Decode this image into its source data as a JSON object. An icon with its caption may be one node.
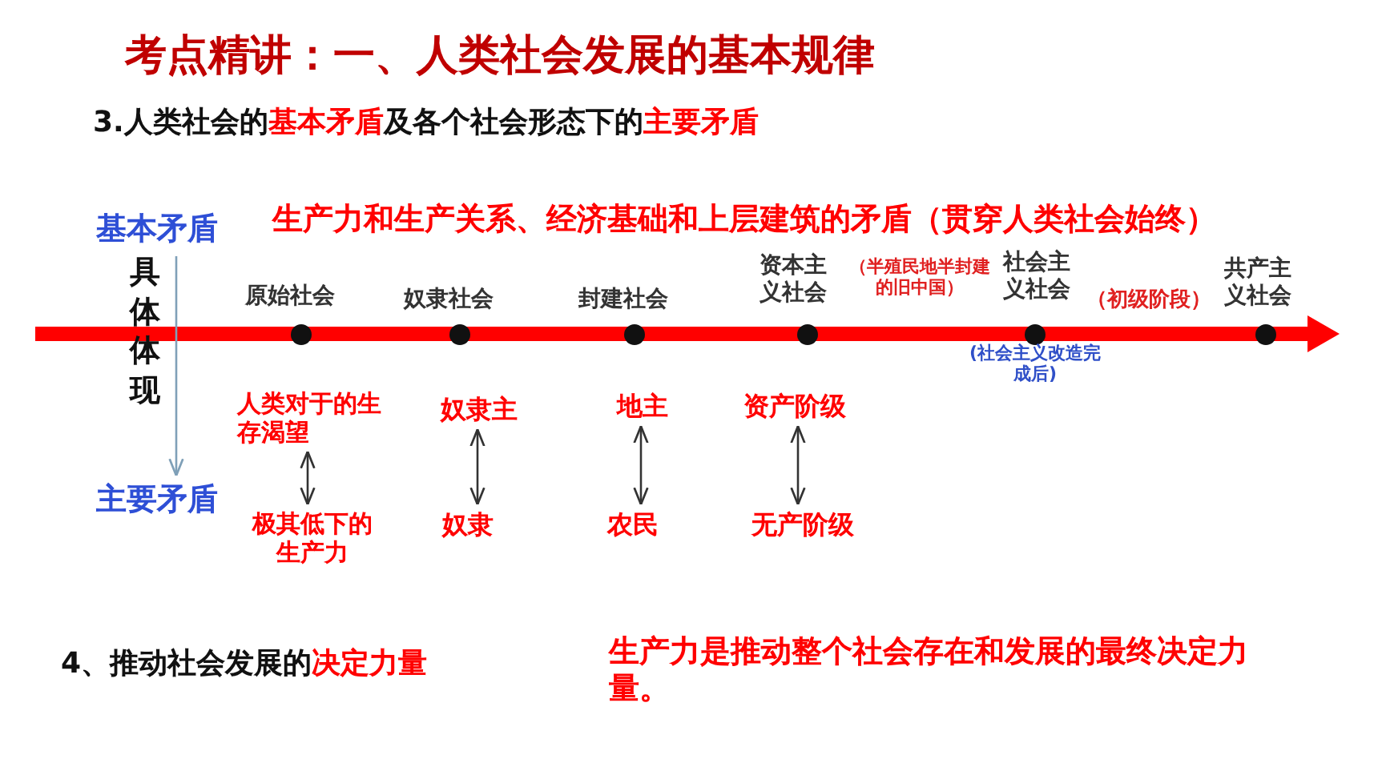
{
  "diagram": {
    "title": "考点精讲：一、人类社会发展的基本规律",
    "nodes": [
      {
        "text": [
          "基本矛盾"
        ]
      },
      {
        "text": [
          "主要矛盾"
        ]
      },
      {
        "text": [
          "人类对于的生存渴望"
        ]
      },
      {
        "text": [
          "极其低下的生产力"
        ]
      },
      {
        "text": [
          "奴隶主"
        ]
      },
      {
        "text": [
          "奴隶"
        ]
      },
      {
        "text": [
          "地主"
        ]
      },
      {
        "text": [
          "农民"
        ]
      },
      {
        "text": [
          "资产阶级"
        ]
      },
      {
        "text": [
          "无产阶级"
        ]
      }
    ],
    "edges": [
      {
        "from": 0,
        "to": 1,
        "arrow": "to",
        "color": "#7fa0b8"
      },
      {
        "from": 2,
        "to": 3,
        "arrow": "both"
      },
      {
        "from": 4,
        "to": 5,
        "arrow": "both"
      },
      {
        "from": 6,
        "to": 7,
        "arrow": "both"
      },
      {
        "from": 8,
        "to": 9,
        "arrow": "both"
      }
    ],
    "labels": [
      "3.人类社会的**基本矛盾**及各个社会形态下的**主要矛盾**",
      "生产力和生产关系、经济基础和上层建筑的矛盾（贯穿人类社会始终）",
      "具体体现",
      "原始社会",
      "奴隶社会",
      "封建社会",
      "资本主义社会",
      "（半殖民地半封建的旧中国）",
      "社会主义社会",
      "（初级阶段）",
      "共产主义社会",
      "(社会主义改造完成后)",
      "4、推动社会发展的**决定力量**",
      "生产力是推动整个社会存在和发展的最终决定力量。"
    ]
  }
}
